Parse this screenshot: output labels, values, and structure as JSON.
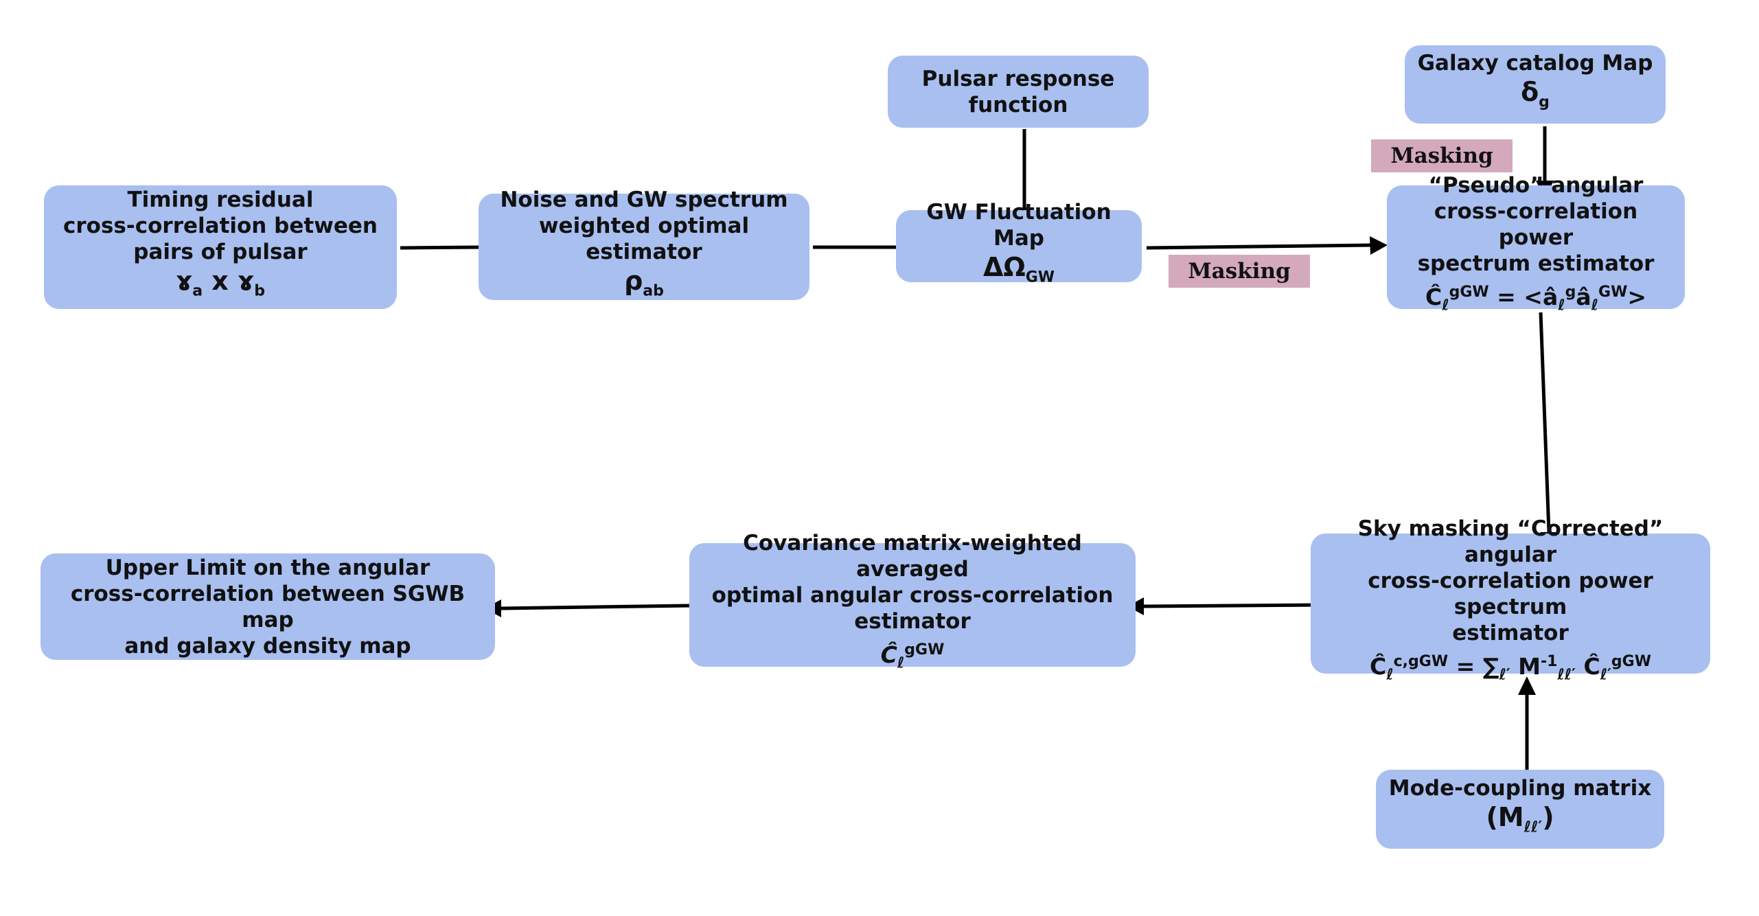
{
  "nodes": {
    "timing": {
      "lines": [
        "Timing residual",
        "cross-correlation between",
        "pairs of pulsar"
      ],
      "symbol": "ɤa x ɤb",
      "symbol_parts": {
        "a": "ɤ",
        "a_sub": "a",
        "mid": " x ",
        "b": "ɤ",
        "b_sub": "b"
      }
    },
    "noise": {
      "lines": [
        "Noise and GW spectrum",
        "weighted optimal estimator"
      ],
      "symbol": "ρab",
      "symbol_parts": {
        "base": "ρ",
        "sub": "ab"
      }
    },
    "pulsar": {
      "lines": [
        "Pulsar response",
        "function"
      ]
    },
    "gwmap": {
      "lines": [
        "GW Fluctuation Map"
      ],
      "symbol": "ΔΩGW",
      "symbol_parts": {
        "base": "ΔΩ",
        "sub": "GW"
      }
    },
    "galaxy": {
      "lines": [
        "Galaxy catalog Map"
      ],
      "symbol": "δg",
      "symbol_parts": {
        "base": "δ",
        "sub": "g"
      }
    },
    "pseudo": {
      "lines": [
        "“Pseudo” angular",
        "cross-correlation power",
        "spectrum estimator"
      ],
      "symbol": "Ĉℓ gGW = <âℓ g âℓ GW>",
      "symbol_parts": {
        "c": "Ĉ",
        "c_sub": "ℓ",
        "c_sup": "gGW",
        "eq": " = <",
        "a1": "â",
        "a1_sub": "ℓ",
        "a1_sup": "g",
        "a2": "â",
        "a2_sub": "ℓ",
        "a2_sup": "GW",
        "close": ">"
      }
    },
    "corrected": {
      "lines": [
        "Sky masking “Corrected” angular",
        "cross-correlation power spectrum",
        "estimator"
      ],
      "symbol": "Ĉℓ c,gGW = ∑ℓ′ M-1ℓℓ′ Ĉℓ′ gGW",
      "symbol_parts": {
        "c": "Ĉ",
        "c_sub": "ℓ",
        "c_sup": "c,gGW",
        "eq": " = ∑",
        "sum_sub": "ℓ′",
        "m": " M",
        "m_sup": "-1",
        "m_sub": "ℓℓ′",
        "c2": " Ĉ",
        "c2_sub": "ℓ′",
        "c2_sup": "gGW"
      }
    },
    "mode": {
      "lines": [
        "Mode-coupling matrix"
      ],
      "symbol": "(Mℓℓ′)",
      "symbol_parts": {
        "open": "(M",
        "sub": "ℓℓ′",
        "close": ")"
      }
    },
    "covariance": {
      "lines": [
        "Covariance matrix-weighted averaged",
        "optimal angular cross-correlation",
        "estimator"
      ],
      "symbol": "Ĉℓ gGW",
      "symbol_parts": {
        "c": "Ĉ",
        "c_sub": "ℓ",
        "c_sup": "gGW"
      }
    },
    "upper": {
      "lines": [
        "Upper Limit on the angular",
        "cross-correlation between SGWB map",
        "and galaxy density map"
      ]
    }
  },
  "tags": {
    "masking_top": "Masking",
    "masking_mid": "Masking"
  },
  "colors": {
    "box_fill": "#a8bff0",
    "tag_fill": "#d4a9bc",
    "arrow": "#000000"
  }
}
